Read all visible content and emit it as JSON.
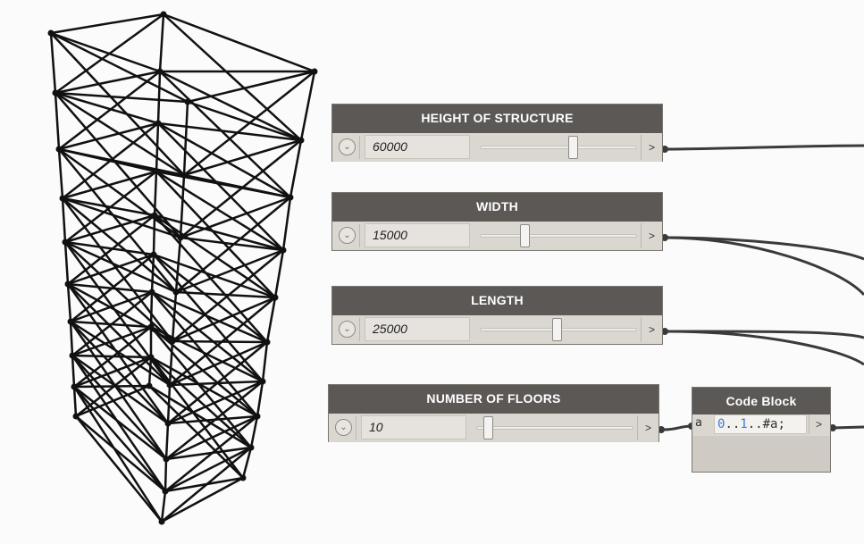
{
  "nodes": {
    "height": {
      "title": "HEIGHT OF STRUCTURE",
      "value": "60000",
      "slider_fraction": 0.6,
      "output_label": ">"
    },
    "width": {
      "title": "WIDTH",
      "value": "15000",
      "slider_fraction": 0.27,
      "output_label": ">"
    },
    "length": {
      "title": "LENGTH",
      "value": "25000",
      "slider_fraction": 0.49,
      "output_label": ">"
    },
    "floors": {
      "title": "NUMBER OF FLOORS",
      "value": "10",
      "slider_fraction": 0.05,
      "output_label": ">"
    }
  },
  "code_block": {
    "title": "Code Block",
    "input_label": "a",
    "code": {
      "part1": "0",
      "sep1": "..",
      "part2": "1",
      "rest": "..#a;"
    },
    "output_label": ">"
  },
  "colors": {
    "header_bg": "#5b5856",
    "node_bg": "#dad6d0",
    "wire": "#3a3a3a",
    "code_number": "#3b7bd6",
    "frame_stroke": "#111111"
  },
  "icons": {
    "expander": "chevron-down-icon",
    "output_port": "chevron-right-icon"
  }
}
